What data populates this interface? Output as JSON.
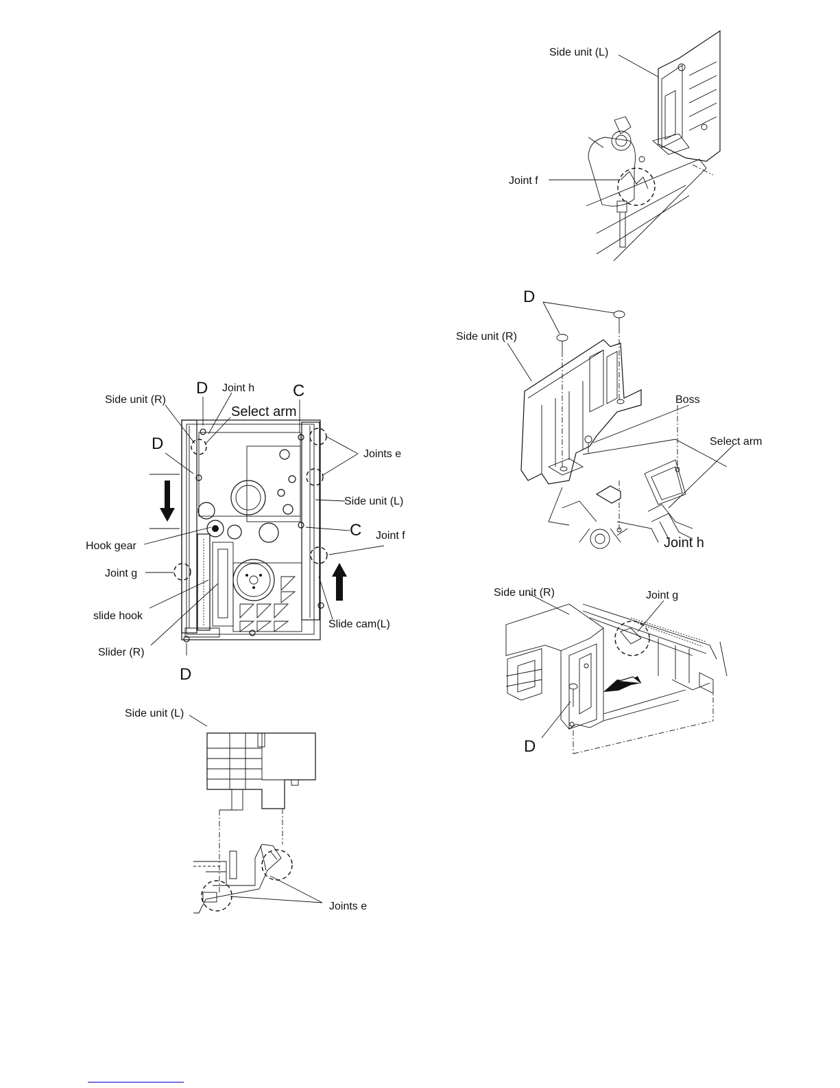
{
  "colors": {
    "ink": "#111111",
    "paper": "#ffffff",
    "link": "#0000cc"
  },
  "fig_main": {
    "side_unit_r": "Side unit (R)",
    "d_top": "D",
    "joint_h": "Joint h",
    "select_arm": "Select arm",
    "c_top": "C",
    "d_left": "D",
    "joints_e": "Joints e",
    "side_unit_l": "Side unit (L)",
    "c_right": "C",
    "joint_f": "Joint f",
    "hook_gear": "Hook gear",
    "joint_g": "Joint g",
    "slide_hook": "slide hook",
    "slide_cam_l": "Slide cam(L)",
    "slider_r": "Slider (R)",
    "d_bottom": "D"
  },
  "fig_side_l_bottom": {
    "side_unit_l": "Side unit (L)",
    "joints_e": "Joints e"
  },
  "fig_joint_f": {
    "side_unit_l": "Side unit (L)",
    "joint_f": "Joint f"
  },
  "fig_side_r_top": {
    "d": "D",
    "side_unit_r": "Side unit (R)",
    "boss": "Boss",
    "select_arm": "Select arm",
    "joint_h": "Joint h"
  },
  "fig_side_r_bottom": {
    "side_unit_r": "Side unit (R)",
    "joint_g": "Joint g",
    "d": "D"
  }
}
